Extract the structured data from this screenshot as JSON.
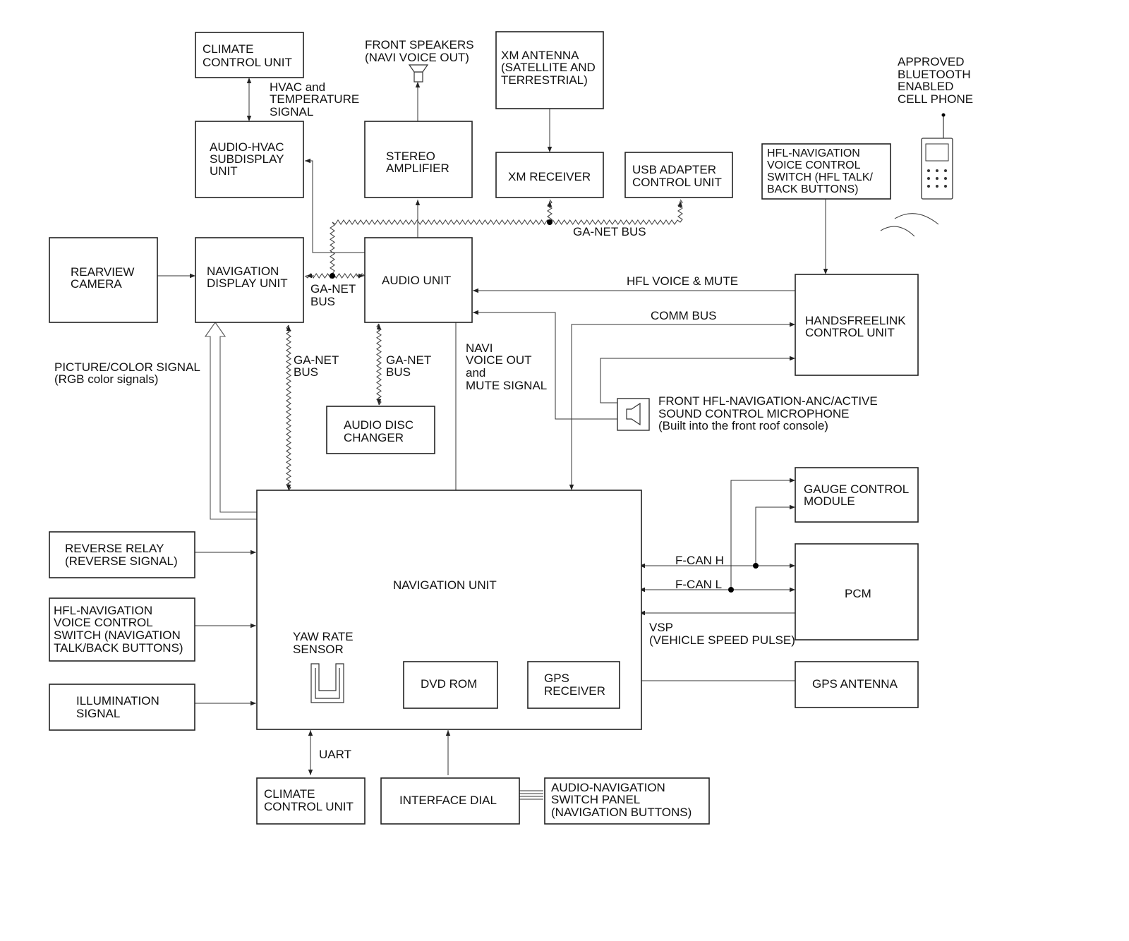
{
  "boxes": {
    "climate_top": [
      "CLIMATE",
      "CONTROL UNIT"
    ],
    "audio_hvac": [
      "AUDIO-HVAC",
      "SUBDISPLAY",
      "UNIT"
    ],
    "stereo_amp": [
      "STEREO",
      "AMPLIFIER"
    ],
    "xm_antenna": [
      "XM ANTENNA",
      "(SATELLITE AND",
      "TERRESTRIAL)"
    ],
    "xm_receiver": [
      "XM RECEIVER"
    ],
    "usb_adapter": [
      "USB ADAPTER",
      "CONTROL UNIT"
    ],
    "hfl_nav_switch_top": [
      "HFL-NAVIGATION",
      "VOICE CONTROL",
      "SWITCH (HFL TALK/",
      "BACK BUTTONS)"
    ],
    "rearview_camera": [
      "REARVIEW",
      "CAMERA"
    ],
    "nav_display": [
      "NAVIGATION",
      "DISPLAY UNIT"
    ],
    "audio_unit": [
      "AUDIO UNIT"
    ],
    "handsfreelink": [
      "HANDSFREELINK",
      "CONTROL UNIT"
    ],
    "audio_disc_changer": [
      "AUDIO DISC",
      "CHANGER"
    ],
    "gauge_control": [
      "GAUGE CONTROL",
      "MODULE"
    ],
    "pcm": [
      "PCM"
    ],
    "navigation_unit": [
      "NAVIGATION UNIT"
    ],
    "reverse_relay": [
      "REVERSE RELAY",
      "(REVERSE SIGNAL)"
    ],
    "hfl_nav_switch_left": [
      "HFL-NAVIGATION",
      "VOICE CONTROL",
      "SWITCH (NAVIGATION",
      "TALK/BACK BUTTONS)"
    ],
    "illumination": [
      "ILLUMINATION",
      "SIGNAL"
    ],
    "dvd_rom": [
      "DVD ROM"
    ],
    "gps_receiver": [
      "GPS",
      "RECEIVER"
    ],
    "gps_antenna": [
      "GPS ANTENNA"
    ],
    "climate_bottom": [
      "CLIMATE",
      "CONTROL UNIT"
    ],
    "interface_dial": [
      "INTERFACE DIAL"
    ],
    "audio_nav_switch_panel": [
      "AUDIO-NAVIGATION",
      "SWITCH PANEL",
      "(NAVIGATION BUTTONS)"
    ]
  },
  "labels": {
    "front_speakers": [
      "FRONT SPEAKERS",
      "(NAVI VOICE OUT)"
    ],
    "hvac_signal": [
      "HVAC and",
      "TEMPERATURE",
      "SIGNAL"
    ],
    "bluetooth_phone": [
      "APPROVED",
      "BLUETOOTH",
      "ENABLED",
      "CELL PHONE"
    ],
    "ganet_bus_top": [
      "GA-NET BUS"
    ],
    "ganet_bus_mid": [
      "GA-NET",
      "BUS"
    ],
    "hfl_voice_mute": [
      "HFL VOICE & MUTE"
    ],
    "comm_bus": [
      "COMM BUS"
    ],
    "picture_color": [
      "PICTURE/COLOR SIGNAL",
      "(RGB color signals)"
    ],
    "ganet_bus_left": [
      "GA-NET",
      "BUS"
    ],
    "ganet_bus_right": [
      "GA-NET",
      "BUS"
    ],
    "navi_voice_out": [
      "NAVI",
      "VOICE OUT",
      "and",
      "MUTE SIGNAL"
    ],
    "microphone": [
      "FRONT HFL-NAVIGATION-ANC/ACTIVE",
      "SOUND CONTROL MICROPHONE",
      "(Built into the front roof console)"
    ],
    "fcan_h": [
      "F-CAN H"
    ],
    "fcan_l": [
      "F-CAN L"
    ],
    "vsp": [
      "VSP",
      "(VEHICLE SPEED PULSE)"
    ],
    "yaw_rate": [
      "YAW RATE",
      "SENSOR"
    ],
    "uart": [
      "UART"
    ]
  }
}
